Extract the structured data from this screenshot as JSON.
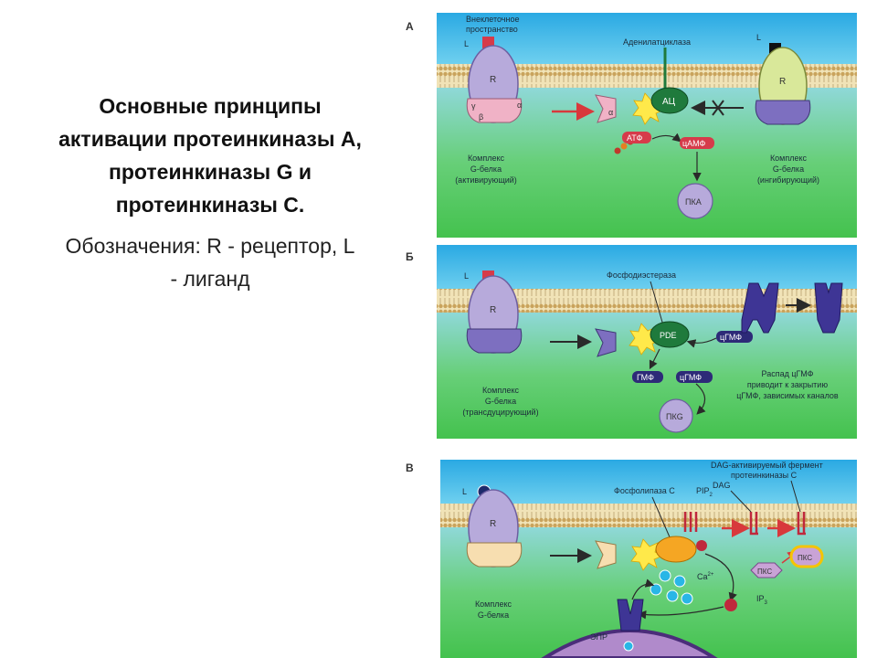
{
  "slide": {
    "title_lines": [
      "Основные принципы",
      "активации протеинкиназы А,",
      "протеинкиназы G и",
      "протеинкиназы С."
    ],
    "legend_lines": [
      "Обозначения: R - рецептор, L",
      "- лиганд"
    ]
  },
  "panelA": {
    "letter": "А",
    "extracellular": [
      "Внеклеточное",
      "пространство"
    ],
    "ligand": "L",
    "receptor": "R",
    "enzyme_label": "Аденилатциклаза",
    "enzyme": "АЦ",
    "atp": "АТФ",
    "camp": "цАМФ",
    "kinase": "ПКА",
    "left_caption": [
      "Комплекс",
      "G-белка",
      "(активирующий)"
    ],
    "right_caption": [
      "Комплекс",
      "G-белка",
      "(ингибирующий)"
    ]
  },
  "panelB": {
    "letter": "Б",
    "ligand": "L",
    "receptor": "R",
    "enzyme_label": "Фосфодиэстераза",
    "enzyme": "PDE",
    "cgmp": "цГМФ",
    "gmp": "ГМФ",
    "kinase": "ПКG",
    "note": [
      "Распад цГМФ",
      "приводит к закрытию",
      "цГМФ, зависимых каналов"
    ],
    "caption": [
      "Комплекс",
      "G-белка",
      "(трансдуцирующий)"
    ]
  },
  "panelC": {
    "letter": "В",
    "ligand": "L",
    "receptor": "R",
    "enzyme_label": "Фосфолипаза С",
    "pip2": "PIP",
    "pip2_sub": "2",
    "dag_enzyme": [
      "DAG-активируемый фермент",
      "протеинкиназы С"
    ],
    "dag": "DAG",
    "pkc": "ПКС",
    "ca": "Ca",
    "ca_sup": "2+",
    "ip3": "IP",
    "ip3_sub": "3",
    "er": "ЭПР",
    "caption": [
      "Комплекс",
      "G-белка"
    ]
  },
  "colors": {
    "extracellular": "#3bb5e8",
    "cytoplasm": "#5ccf62",
    "membrane": "#e3c98e",
    "receptor": "#b7aadb",
    "receptor_inhibit": "#d9e89a",
    "enzyme": "#1f7a3c",
    "arrow": "#d8383c"
  }
}
